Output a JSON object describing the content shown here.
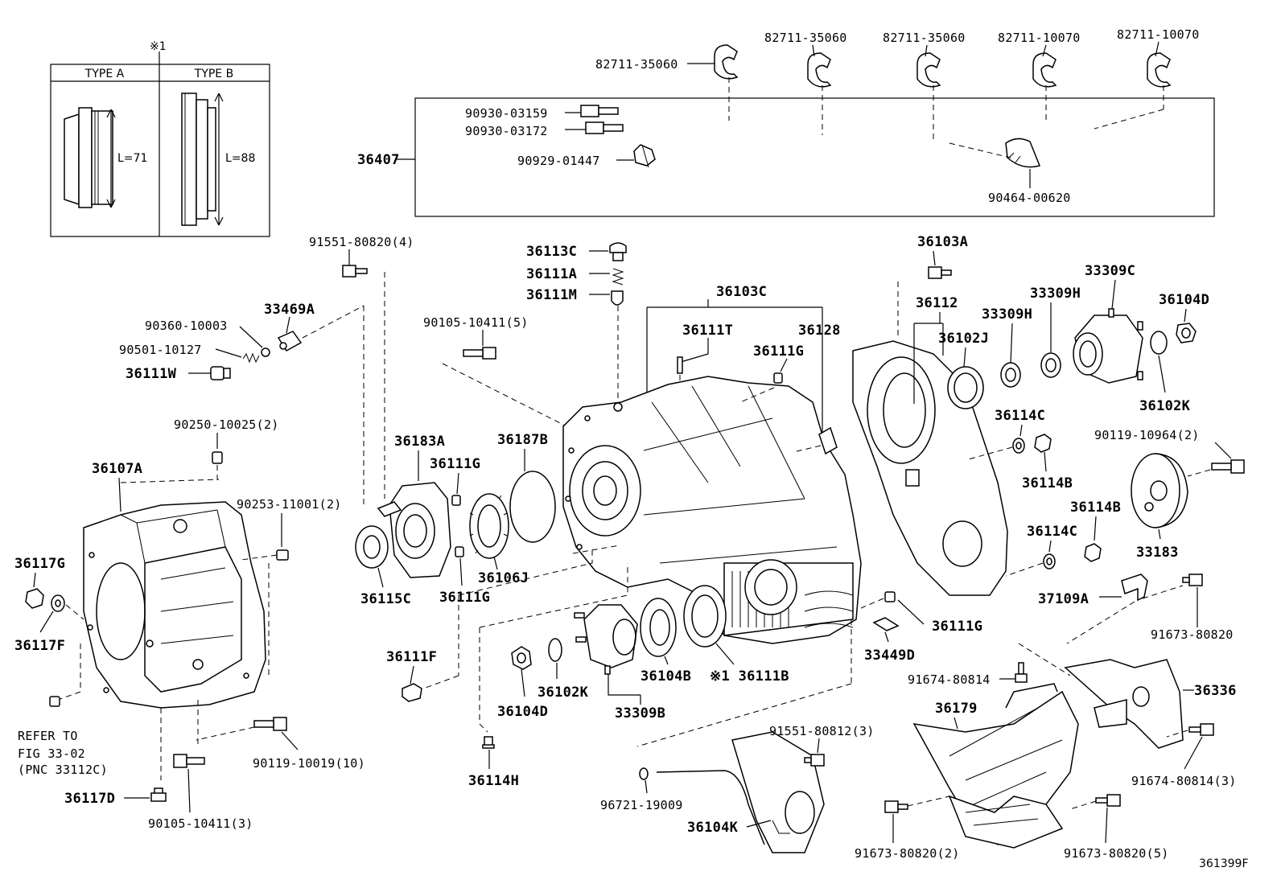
{
  "diagram_id": "361399F",
  "inset": {
    "marker": "※1",
    "type_a": {
      "title": "TYPE A",
      "length": "L=71"
    },
    "type_b": {
      "title": "TYPE B",
      "length": "L=88"
    }
  },
  "labels": {
    "p82711_35060_a": "82711-35060",
    "p82711_35060_b": "82711-35060",
    "p82711_35060_c": "82711-35060",
    "p82711_10070_a": "82711-10070",
    "p82711_10070_b": "82711-10070",
    "p90930_03159": "90930-03159",
    "p90930_03172": "90930-03172",
    "p90929_01447": "90929-01447",
    "p36407": "36407",
    "p90464_00620": "90464-00620",
    "p91551_80820": "91551-80820(4)",
    "p90360_10003": "90360-10003",
    "p33469A": "33469A",
    "p90501_10127": "90501-10127",
    "p36111W": "36111W",
    "p36113C": "36113C",
    "p36111A": "36111A",
    "p36111M": "36111M",
    "p90105_10411_5": "90105-10411(5)",
    "p36103C": "36103C",
    "p36111T": "36111T",
    "p36128": "36128",
    "p36111G_top": "36111G",
    "p36103A": "36103A",
    "p36112": "36112",
    "p36102J": "36102J",
    "p33309H_a": "33309H",
    "p33309H_b": "33309H",
    "p33309C": "33309C",
    "p36104D_right": "36104D",
    "p36102K_right": "36102K",
    "p90250_10025": "90250-10025(2)",
    "p36107A": "36107A",
    "p90253_11001": "90253-11001(2)",
    "p36117G": "36117G",
    "p36117F": "36117F",
    "p36183A": "36183A",
    "p36187B": "36187B",
    "p36111G_mid": "36111G",
    "p36106J": "36106J",
    "p36115C": "36115C",
    "p36111G_low": "36111G",
    "p36114C_a": "36114C",
    "p36114B_a": "36114B",
    "p90119_10964": "90119-10964(2)",
    "p36114B_b": "36114B",
    "p36114C_b": "36114C",
    "p33183": "33183",
    "p37109A": "37109A",
    "p91673_80820_r": "91673-80820",
    "p36111F": "36111F",
    "p36102K_mid": "36102K",
    "p36104D_mid": "36104D",
    "p36104B": "36104B",
    "p36111B": "※1 36111B",
    "p33309B": "33309B",
    "p36111G_right": "36111G",
    "p33449D": "33449D",
    "p91674_80814": "91674-80814",
    "p36336": "36336",
    "p36179": "36179",
    "p91551_80812": "91551-80812(3)",
    "p91674_80814_3": "91674-80814(3)",
    "refer": [
      "REFER TO",
      "FIG 33-02",
      "(PNC 33112C)"
    ],
    "p90119_10019": "90119-10019(10)",
    "p36114H": "36114H",
    "p36117D": "36117D",
    "p90105_10411_3": "90105-10411(3)",
    "p96721_19009": "96721-19009",
    "p36104K": "36104K",
    "p91673_80820_2": "91673-80820(2)",
    "p91673_80820_5": "91673-80820(5)"
  }
}
